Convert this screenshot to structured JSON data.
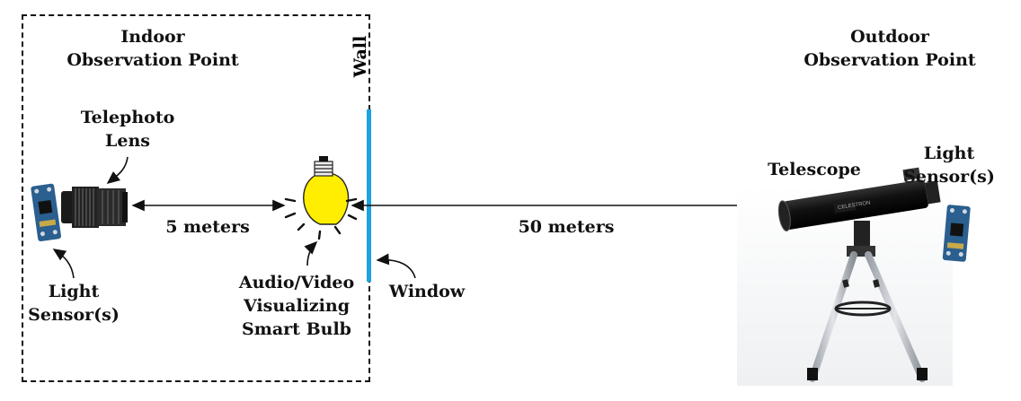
{
  "labels": {
    "indoor": [
      "Indoor",
      "Observation Point"
    ],
    "outdoor": [
      "Outdoor",
      "Observation Point"
    ],
    "wall": "Wall",
    "telephoto": [
      "Telephoto",
      "Lens"
    ],
    "light_sensor_left": [
      "Light",
      "Sensor(s)"
    ],
    "bulb": [
      "Audio/Video",
      "Visualizing",
      "Smart Bulb"
    ],
    "window": "Window",
    "telescope": "Telescope",
    "light_sensor_right": [
      "Light",
      "Sensor(s)"
    ],
    "distance_short": "5 meters",
    "distance_long": "50 meters"
  },
  "colors": {
    "window": "#1aa3e0",
    "bulb": "#ffee00",
    "sensor_board": "#2a5f8f",
    "line": "#111111"
  },
  "icons": [
    "light-sensor-icon",
    "telephoto-lens-icon",
    "smart-bulb-icon",
    "telescope-icon"
  ]
}
